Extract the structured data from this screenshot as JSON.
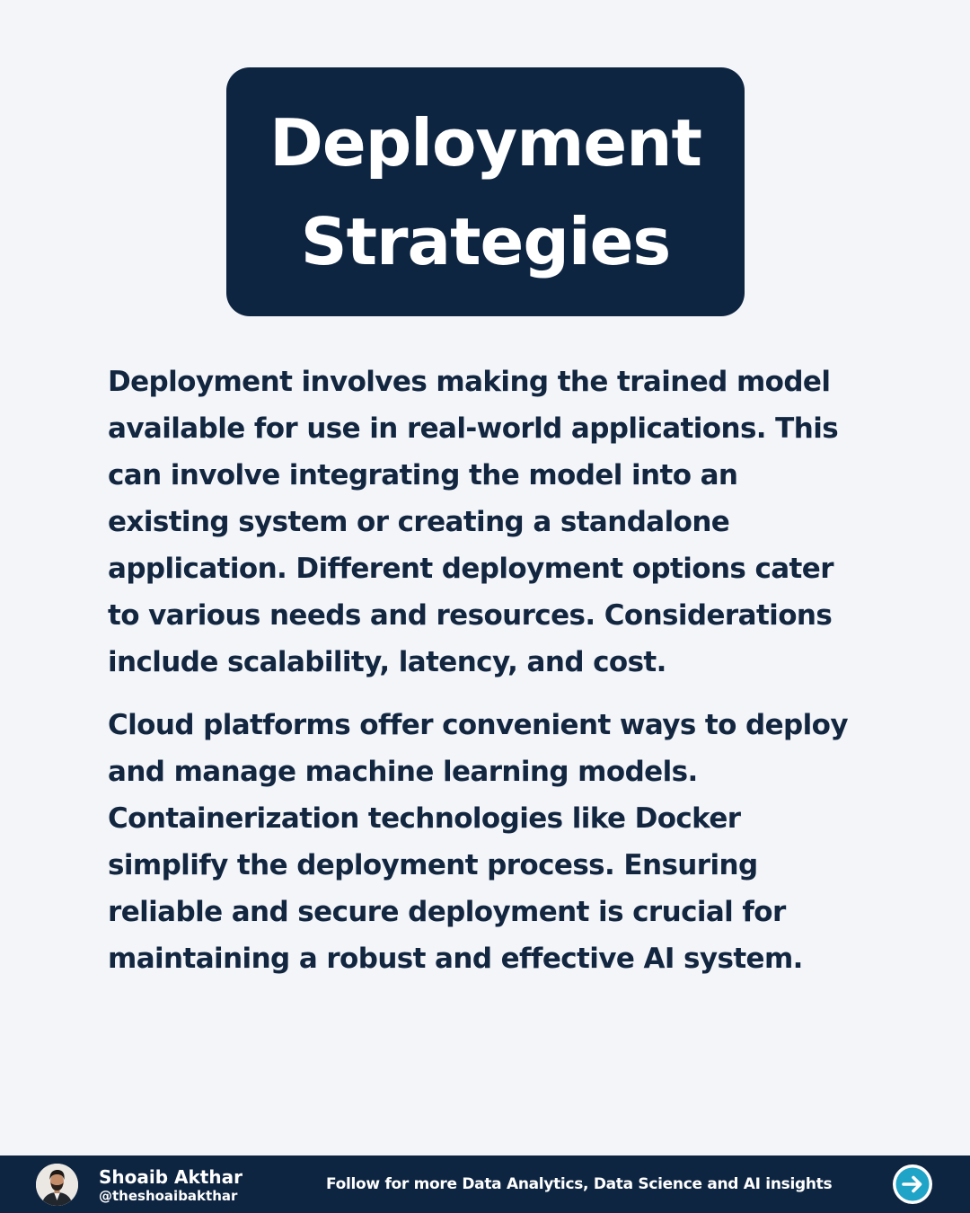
{
  "title": {
    "line1": "Deployment",
    "line2": "Strategies"
  },
  "body": {
    "paragraph1": [
      "Deployment involves making the trained model",
      "available for use in real-world applications. This",
      "can involve integrating the model into an",
      "existing system or creating a standalone",
      "application. Different deployment options cater",
      "to various needs and resources. Considerations",
      "include scalability, latency, and cost."
    ],
    "paragraph2": [
      "Cloud platforms offer convenient ways to deploy",
      "and manage machine learning models.",
      "Containerization technologies like Docker",
      "simplify the deployment process. Ensuring",
      "reliable and secure deployment is crucial for",
      "maintaining a robust and effective AI system."
    ]
  },
  "footer": {
    "author_name": "Shoaib Akthar",
    "author_handle": "@theshoaibakthar",
    "follow_text": "Follow for more Data Analytics, Data Science and AI insights",
    "next_icon": "arrow-right-circle-icon"
  },
  "colors": {
    "background": "#f3f5f9",
    "navy": "#0e2542",
    "text": "#132640",
    "accent": "#1fa3c7"
  }
}
